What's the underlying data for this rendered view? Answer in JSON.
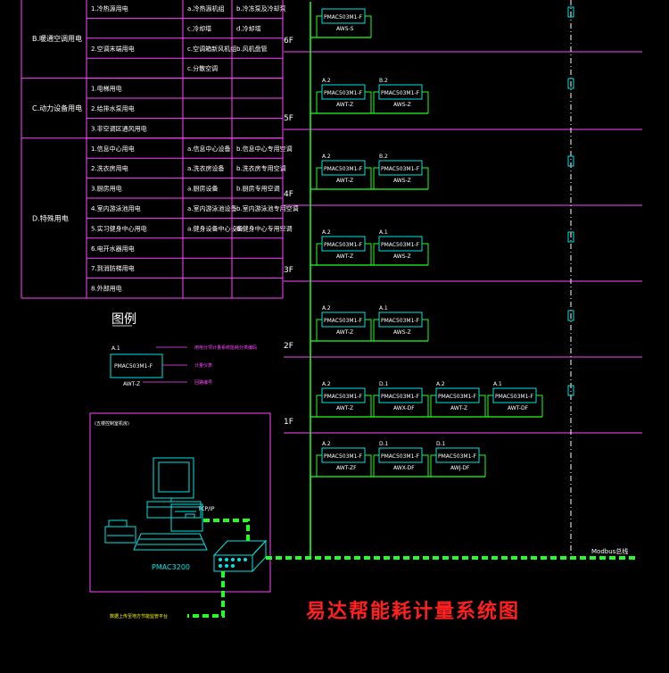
{
  "title": "易达帮能耗计量系统图",
  "table": {
    "groups": [
      {
        "label": "B.暖通空调用电",
        "rows": [
          [
            "1.冷热源用电",
            "a.冷热源机组",
            "b.冷冻泵及冷却泵"
          ],
          [
            "",
            "c.冷却塔",
            "d.冷却塔"
          ],
          [
            "2.空调末端用电",
            "c.空调箱新风机组",
            "b.风机盘管"
          ],
          [
            "",
            "c.分散空调",
            ""
          ]
        ]
      },
      {
        "label": "C.动力设备用电",
        "rows": [
          [
            "1.电梯用电",
            "",
            ""
          ],
          [
            "2.给排水泵用电",
            "",
            ""
          ],
          [
            "3.非空调区通风用电",
            "",
            ""
          ]
        ]
      },
      {
        "label": "D.特殊用电",
        "rows": [
          [
            "1.信息中心用电",
            "a.信息中心设备",
            "b.信息中心专用空调"
          ],
          [
            "2.洗衣房用电",
            "a.洗衣房设备",
            "b.洗衣房专用空调"
          ],
          [
            "3.厨房用电",
            "a.厨房设备",
            "b.厨房专用空调"
          ],
          [
            "4.室内游泳池用电",
            "a.室内游泳池设备",
            "b.室内游泳池专用空调"
          ],
          [
            "5.实习健身中心用电",
            "a.健身设备中心设备",
            "b.健身中心专用空调"
          ],
          [
            "6.电开水器用电",
            "",
            ""
          ],
          [
            "7.到消防梯用电",
            "",
            ""
          ],
          [
            "8.外部用电",
            "",
            ""
          ]
        ]
      }
    ]
  },
  "legend": {
    "heading": "图例",
    "code": "A.1",
    "model": "PMAC503M1-F",
    "tag": "AWT-Z",
    "note_code": "用电分项计量系统能耗分类编码",
    "note_model": "计量仪表",
    "note_tag": "回路编号"
  },
  "floors": [
    "6F",
    "5F",
    "4F",
    "3F",
    "2F",
    "1F"
  ],
  "meters": {
    "r6": [
      {
        "code": "",
        "model": "PMAC503M1-F",
        "tag": "AWS-S"
      }
    ],
    "r5": [
      {
        "code": "A.2",
        "model": "PMAC503M1-F",
        "tag": "AWT-Z"
      },
      {
        "code": "B.2",
        "model": "PMAC503M1-F",
        "tag": "AWS-Z"
      }
    ],
    "r4": [
      {
        "code": "A.2",
        "model": "PMAC503M1-F",
        "tag": "AWT-Z"
      },
      {
        "code": "B.2",
        "model": "PMAC503M1-F",
        "tag": "AWS-Z"
      }
    ],
    "r3": [
      {
        "code": "A.2",
        "model": "PMAC503M1-F",
        "tag": "AWT-Z"
      },
      {
        "code": "A.1",
        "model": "PMAC503M1-F",
        "tag": "AWS-Z"
      }
    ],
    "r2": [
      {
        "code": "A.2",
        "model": "PMAC503M1-F",
        "tag": "AWT-Z"
      },
      {
        "code": "A.1",
        "model": "PMAC503M1-F",
        "tag": "AWS-Z"
      }
    ],
    "r1": [
      {
        "code": "A.2",
        "model": "PMAC503M1-F",
        "tag": "AWT-Z"
      },
      {
        "code": "D.1",
        "model": "PMAC503M1-F",
        "tag": "AWX-DF"
      },
      {
        "code": "A.2",
        "model": "PMAC503M1-F",
        "tag": "AWT-Z"
      },
      {
        "code": "A.1",
        "model": "PMAC503M1-F",
        "tag": "AWT-DF"
      }
    ],
    "r0": [
      {
        "code": "A.2",
        "model": "PMAC503M1-F",
        "tag": "AWT-ZF"
      },
      {
        "code": "D.1",
        "model": "PMAC503M1-F",
        "tag": "AWX-DF"
      },
      {
        "code": "D.1",
        "model": "PMAC503M1-F",
        "tag": "AWJ-DF"
      }
    ]
  },
  "control": {
    "box_label": "(五楼控制室机房)",
    "station": "PMAC3200",
    "tcpip": "TCP/IP",
    "bus_label": "Modbus总线",
    "upload": "数据上传至地方节能监管平台"
  }
}
